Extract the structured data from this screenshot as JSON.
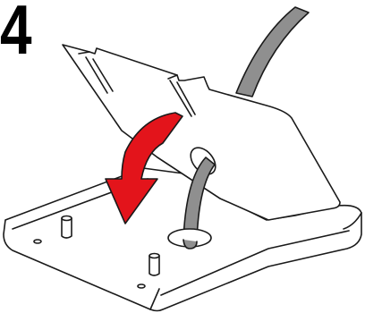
{
  "step": {
    "number": "4"
  },
  "colors": {
    "outline": "#1a1a1a",
    "body_fill": "#ffffff",
    "cable_fill": "#8f8f8f",
    "arrow_fill": "#e3141b"
  },
  "illustration": {
    "parts": [
      "base-plate",
      "tilt-plate",
      "cable",
      "rotation-arrow",
      "mounting-posts",
      "screw-holes"
    ],
    "arrow_direction": "down"
  }
}
